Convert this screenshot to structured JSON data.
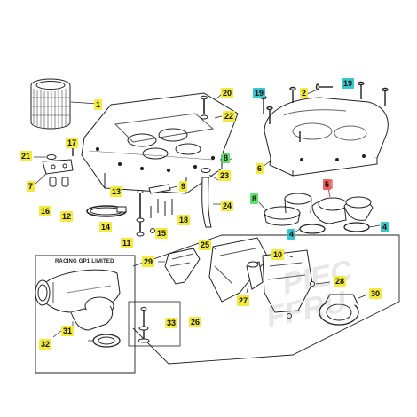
{
  "inset": {
    "title": "RACING GP1 LIMITED"
  },
  "watermark": {
    "line1": "PIEC",
    "line2": "FFRU"
  },
  "colors": {
    "yellow": "#f2ea3c",
    "green": "#5fe06a",
    "cyan": "#39c7cf",
    "red": "#f06060"
  },
  "callouts": [
    {
      "id": "c1",
      "label": "1",
      "color": "yellow"
    },
    {
      "id": "c2",
      "label": "2",
      "color": "yellow"
    },
    {
      "id": "c4a",
      "label": "4",
      "color": "cyan"
    },
    {
      "id": "c4b",
      "label": "4",
      "color": "cyan"
    },
    {
      "id": "c5",
      "label": "5",
      "color": "red"
    },
    {
      "id": "c6",
      "label": "6",
      "color": "yellow"
    },
    {
      "id": "c7",
      "label": "7",
      "color": "yellow"
    },
    {
      "id": "c8a",
      "label": "8",
      "color": "green"
    },
    {
      "id": "c8b",
      "label": "8",
      "color": "green"
    },
    {
      "id": "c9",
      "label": "9",
      "color": "yellow"
    },
    {
      "id": "c10",
      "label": "10",
      "color": "yellow"
    },
    {
      "id": "c11",
      "label": "11",
      "color": "yellow"
    },
    {
      "id": "c12",
      "label": "12",
      "color": "yellow"
    },
    {
      "id": "c13",
      "label": "13",
      "color": "yellow"
    },
    {
      "id": "c14",
      "label": "14",
      "color": "yellow"
    },
    {
      "id": "c15",
      "label": "15",
      "color": "yellow"
    },
    {
      "id": "c16",
      "label": "16",
      "color": "yellow"
    },
    {
      "id": "c17",
      "label": "17",
      "color": "yellow"
    },
    {
      "id": "c18",
      "label": "18",
      "color": "yellow"
    },
    {
      "id": "c19a",
      "label": "19",
      "color": "cyan"
    },
    {
      "id": "c19b",
      "label": "19",
      "color": "cyan"
    },
    {
      "id": "c20",
      "label": "20",
      "color": "yellow"
    },
    {
      "id": "c21",
      "label": "21",
      "color": "yellow"
    },
    {
      "id": "c22",
      "label": "22",
      "color": "yellow"
    },
    {
      "id": "c23",
      "label": "23",
      "color": "yellow"
    },
    {
      "id": "c24",
      "label": "24",
      "color": "yellow"
    },
    {
      "id": "c25",
      "label": "25",
      "color": "yellow"
    },
    {
      "id": "c26",
      "label": "26",
      "color": "yellow"
    },
    {
      "id": "c27",
      "label": "27",
      "color": "yellow"
    },
    {
      "id": "c28",
      "label": "28",
      "color": "yellow"
    },
    {
      "id": "c29",
      "label": "29",
      "color": "yellow"
    },
    {
      "id": "c30",
      "label": "30",
      "color": "yellow"
    },
    {
      "id": "c31",
      "label": "31",
      "color": "yellow"
    },
    {
      "id": "c32",
      "label": "32",
      "color": "yellow"
    },
    {
      "id": "c33",
      "label": "33",
      "color": "yellow"
    }
  ]
}
